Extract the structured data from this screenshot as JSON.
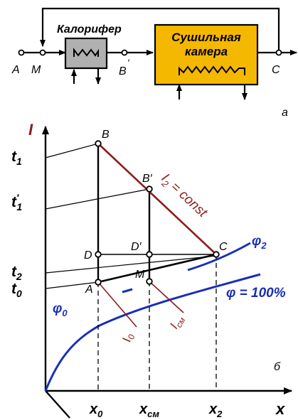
{
  "scheme": {
    "caption": "а",
    "heater_label": "Калорифер",
    "chamber_label_line1": "Сушильная",
    "chamber_label_line2": "камера",
    "points": {
      "A": "A",
      "M": "M",
      "B_prime": "B",
      "B_prime_mark": "′",
      "C": "C"
    },
    "colors": {
      "heater_fill": "#b0b0b0",
      "chamber_fill": "#f5b800"
    }
  },
  "chart": {
    "caption": "б",
    "y_axis_label": "I",
    "x_axis_label": "x",
    "y_ticks": [
      {
        "key": "t1",
        "main": "t",
        "sub": "1",
        "prime": ""
      },
      {
        "key": "t1p",
        "main": "t",
        "sub": "1",
        "prime": "′"
      },
      {
        "key": "t2",
        "main": "t",
        "sub": "2",
        "prime": ""
      },
      {
        "key": "t0",
        "main": "t",
        "sub": "0",
        "prime": ""
      }
    ],
    "x_ticks": [
      {
        "key": "x0",
        "main": "x",
        "sub": "0"
      },
      {
        "key": "xcm",
        "main": "x",
        "sub": "см"
      },
      {
        "key": "x2",
        "main": "x",
        "sub": "2"
      }
    ],
    "point_labels": {
      "A": "A",
      "B": "B",
      "B_prime": "B′",
      "C": "C",
      "D": "D",
      "D_prime": "D′",
      "M": "M"
    },
    "enthalpy_line_label": {
      "main": "I",
      "sub": "2",
      "rest": " = const"
    },
    "I0_label": {
      "main": "I",
      "sub": "0"
    },
    "Icm_label": {
      "main": "I",
      "sub": "см"
    },
    "phi0_label": {
      "main": "φ",
      "sub": "0"
    },
    "phi2_label": {
      "main": "φ",
      "sub": "2"
    },
    "phi100_label": "φ = 100%",
    "colors": {
      "curve": "#1a2fb4",
      "enthalpy": "#8b1c1c",
      "process": "#000000"
    }
  }
}
